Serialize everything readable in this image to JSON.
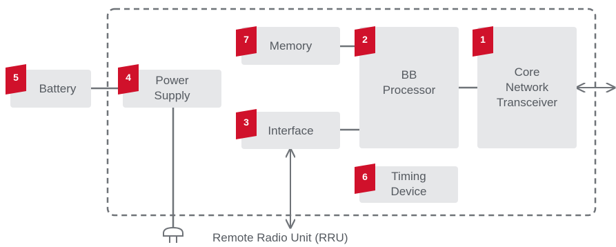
{
  "boxes": {
    "battery": {
      "label": "Battery",
      "badge": "5"
    },
    "power_supply": {
      "label": "Power\nSupply",
      "badge": "4"
    },
    "memory": {
      "label": "Memory",
      "badge": "7"
    },
    "interface": {
      "label": "Interface",
      "badge": "3"
    },
    "bb_processor": {
      "label": "BB\nProcessor",
      "badge": "2"
    },
    "timing_device": {
      "label": "Timing\nDevice",
      "badge": "6"
    },
    "core_network_transceiver": {
      "label": "Core\nNetwork\nTransceiver",
      "badge": "1"
    }
  },
  "rru_label": "Remote Radio Unit (RRU)",
  "colors": {
    "badge": "#d0112b",
    "box": "#e6e7e9",
    "line": "#6f7378",
    "text": "#555a60"
  },
  "icons": {
    "plug": "power-plug-icon"
  }
}
